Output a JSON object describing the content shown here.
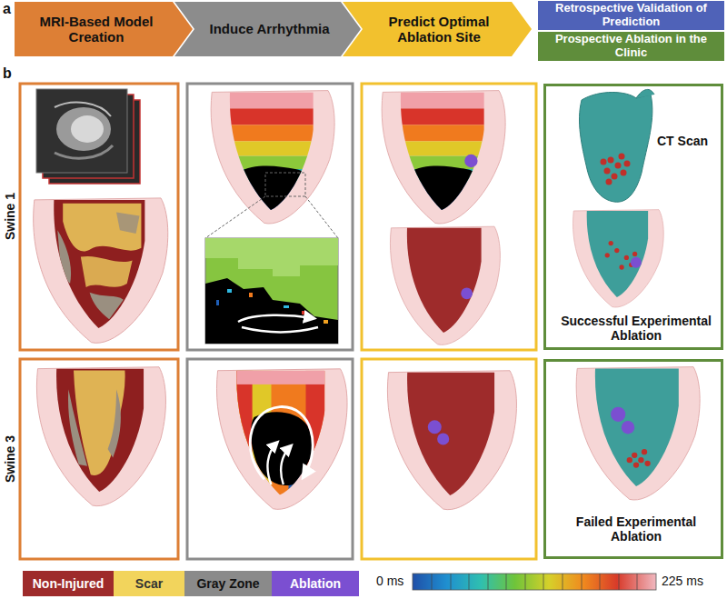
{
  "diagram": {
    "nodes": [
      {
        "text": [
          "MRI-Based Model Creation"
        ]
      },
      {
        "text": [
          "Induce Arrhythmia"
        ]
      },
      {
        "text": [
          "Predict Optimal Ablation Site"
        ]
      },
      {
        "text": [
          "Retrospective Validation of Prediction"
        ]
      },
      {
        "text": [
          "Prospective Ablation in the Clinic"
        ]
      },
      {
        "text": [
          "CT Scan",
          "Successful Experimental Ablation"
        ]
      },
      {
        "text": [
          "Failed Experimental Ablation"
        ]
      }
    ],
    "labels": [
      "a",
      "b",
      "Swine 1",
      "Swine 3",
      "0 ms",
      "225 ms"
    ],
    "legend": [
      {
        "text": "Non-Injured",
        "color": "#9e2b2b"
      },
      {
        "text": "Scar",
        "color": "#f2d45c"
      },
      {
        "text": "Gray Zone",
        "color": "#8a8a8a"
      },
      {
        "text": "Ablation",
        "color": "#7b4fd1"
      }
    ]
  }
}
